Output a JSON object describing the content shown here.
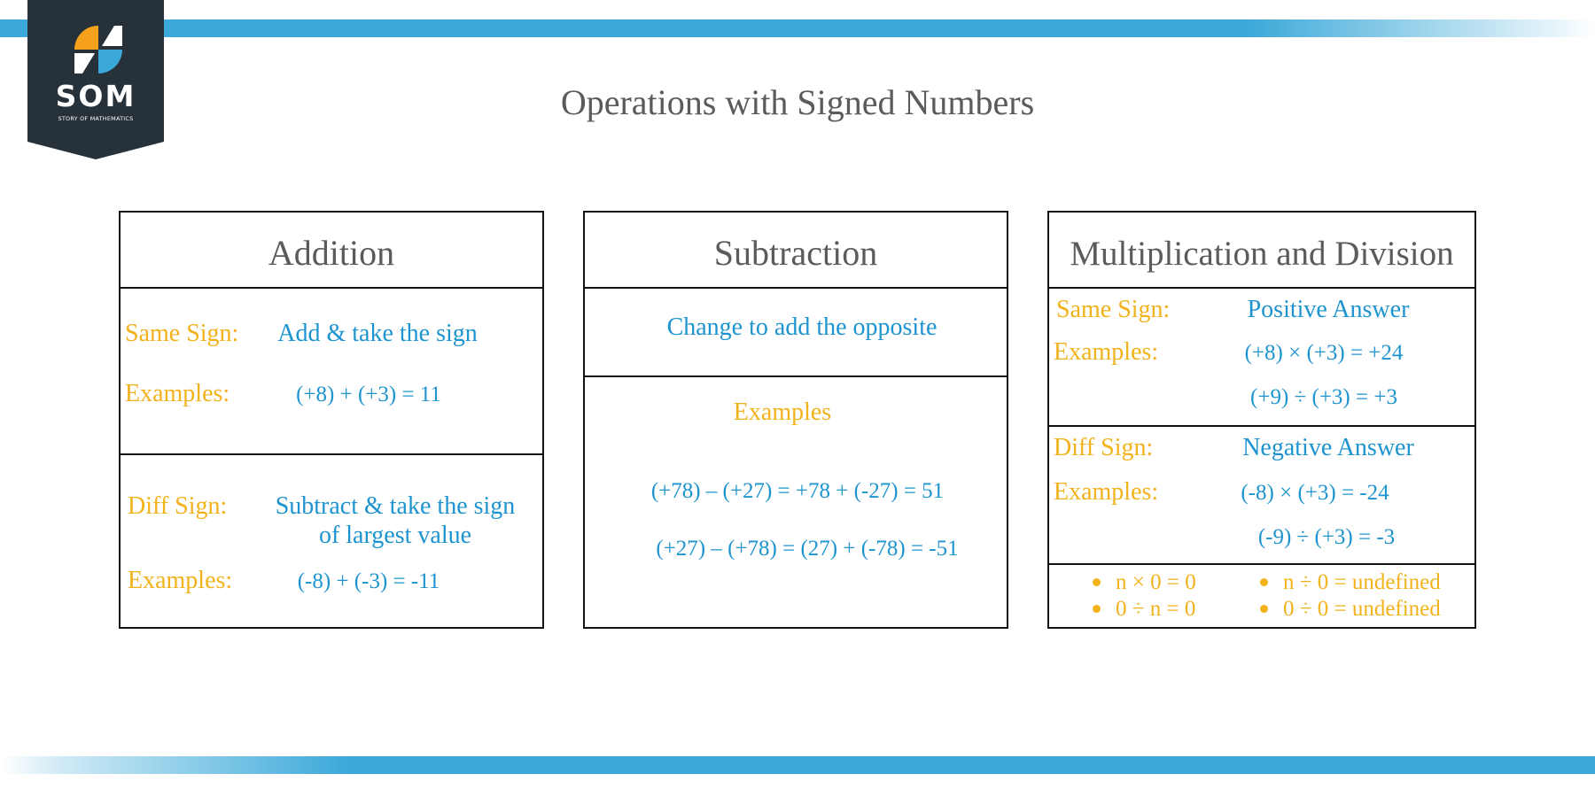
{
  "brand": {
    "logo_text": "SOM",
    "logo_subtitle": "STORY OF MATHEMATICS",
    "accent_color": "#3aa8d8",
    "logo_bg": "#26313a",
    "logo_orange": "#f5a11c",
    "logo_blue": "#3aa8d8"
  },
  "page_title": "Operations with Signed Numbers",
  "colors": {
    "label": "#f2b21b",
    "text": "#1d94cf",
    "heading": "#5b5b5b"
  },
  "addition": {
    "title": "Addition",
    "same_sign_label": "Same Sign:",
    "same_sign_rule": "Add & take the sign",
    "examples_label": "Examples:",
    "same_example": "(+8) + (+3) = 11",
    "diff_sign_label": "Diff Sign:",
    "diff_sign_rule_line1": "Subtract & take the sign",
    "diff_sign_rule_line2": "of largest value",
    "diff_examples_label": "Examples:",
    "diff_example": "(-8) + (-3) = -11"
  },
  "subtraction": {
    "title": "Subtraction",
    "rule": "Change to add the opposite",
    "examples_label": "Examples",
    "example1": "(+78) – (+27) = +78 + (-27) = 51",
    "example2": "(+27) – (+78) = (27) + (-78) = -51"
  },
  "multiplication_division": {
    "title": "Multiplication and Division",
    "same_sign_label": "Same Sign:",
    "same_sign_rule": "Positive Answer",
    "examples_label": "Examples:",
    "same_example1": "(+8) × (+3) = +24",
    "same_example2": "(+9) ÷ (+3) = +3",
    "diff_sign_label": "Diff Sign:",
    "diff_sign_rule": "Negative Answer",
    "diff_examples_label": "Examples:",
    "diff_example1": "(-8) × (+3) = -24",
    "diff_example2": "(-9) ÷ (+3) = -3",
    "zero_rules": [
      "n × 0 = 0",
      "n ÷ 0 = undefined",
      "0 ÷ n = 0",
      "0 ÷ 0 = undefined"
    ]
  }
}
